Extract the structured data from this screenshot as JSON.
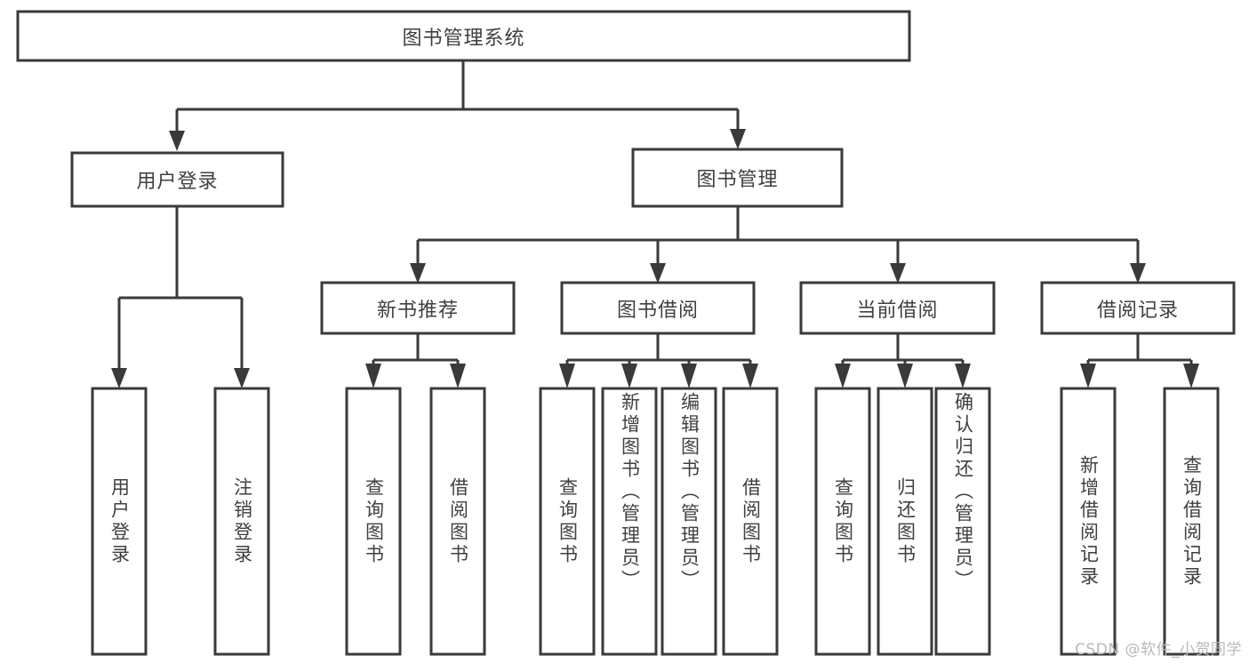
{
  "diagram": {
    "type": "tree-hierarchy-chart",
    "title_text": "图书管理系统",
    "orientation": "top-down",
    "colors": {
      "box_stroke": "#3a3a3a",
      "box_fill": "#ffffff",
      "text": "#404040",
      "connector": "#3a3a3a",
      "background": "#ffffff",
      "watermark": "#b9b9b9"
    },
    "levels": {
      "level1": {
        "label": "图书管理系统"
      },
      "level2": [
        {
          "label": "用户登录"
        },
        {
          "label": "图书管理"
        }
      ],
      "level3": [
        {
          "label": "新书推荐"
        },
        {
          "label": "图书借阅"
        },
        {
          "label": "当前借阅"
        },
        {
          "label": "借阅记录"
        }
      ],
      "leaves": {
        "user_login": [
          {
            "label": "用户登录"
          },
          {
            "label": "注销登录"
          }
        ],
        "new_book_recommend": [
          {
            "label": "查询图书"
          },
          {
            "label": "借阅图书"
          }
        ],
        "book_borrow": [
          {
            "label": "查询图书"
          },
          {
            "label": "新增图书（管理员）"
          },
          {
            "label": "编辑图书（管理员）"
          },
          {
            "label": "借阅图书"
          }
        ],
        "current_borrow": [
          {
            "label": "查询图书"
          },
          {
            "label": "归还图书"
          },
          {
            "label": "确认归还（管理员）"
          }
        ],
        "borrow_record": [
          {
            "label": "新增借阅记录"
          },
          {
            "label": "查询借阅记录"
          }
        ]
      }
    }
  },
  "watermark": {
    "text": "CSDN @软件_小贺同学"
  }
}
